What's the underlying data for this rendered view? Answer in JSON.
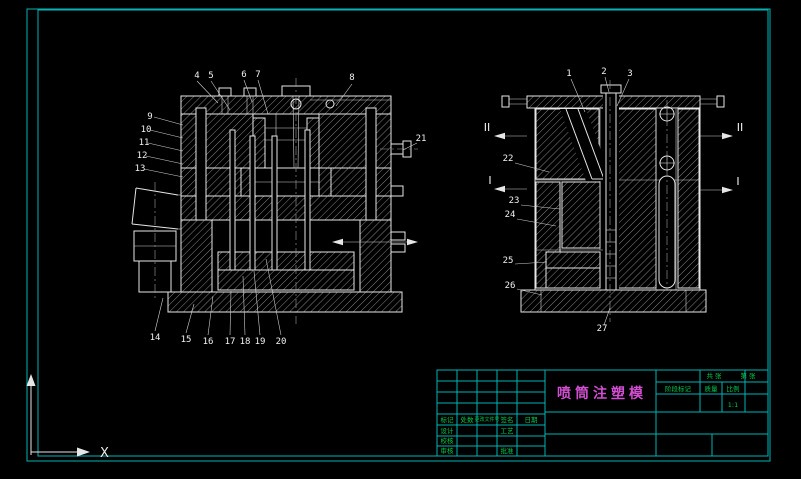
{
  "app": {
    "type": "cad-drawing-viewport",
    "background": "#000000"
  },
  "colors": {
    "frame": "#00b4b4",
    "drawing_lines": "#e6e6e6",
    "title_text": "#d24fd2",
    "table_text": "#00c84a",
    "callout_text": "#f2f2f2"
  },
  "drawing": {
    "section_marks": {
      "ii": "II",
      "i": "I"
    },
    "callouts": {
      "c1": "1",
      "c2": "2",
      "c3": "3",
      "c4": "4",
      "c5": "5",
      "c6": "6",
      "c7": "7",
      "c8": "8",
      "c9": "9",
      "c10": "10",
      "c11": "11",
      "c12": "12",
      "c13": "13",
      "c14": "14",
      "c15": "15",
      "c16": "16",
      "c17": "17",
      "c18": "18",
      "c19": "19",
      "c20": "20",
      "c21": "21",
      "c22": "22",
      "c23": "23",
      "c24": "24",
      "c25": "25",
      "c26": "26",
      "c27": "27"
    }
  },
  "titleblock": {
    "title": "喷筒注塑模",
    "change_row": {
      "mark": "标记",
      "count": "处数",
      "file": "更改文件号",
      "sign": "签名",
      "date": "日期"
    },
    "roles": {
      "design": "设计",
      "check": "校核",
      "audit": "审核",
      "process": "工艺",
      "approve": "批准"
    },
    "info": {
      "stage": "阶段标记",
      "weight": "质量",
      "scale_label": "比例",
      "scale": "1:1",
      "total": "共 张",
      "page": "第 张"
    }
  },
  "ucs": {
    "x_axis": "X"
  }
}
